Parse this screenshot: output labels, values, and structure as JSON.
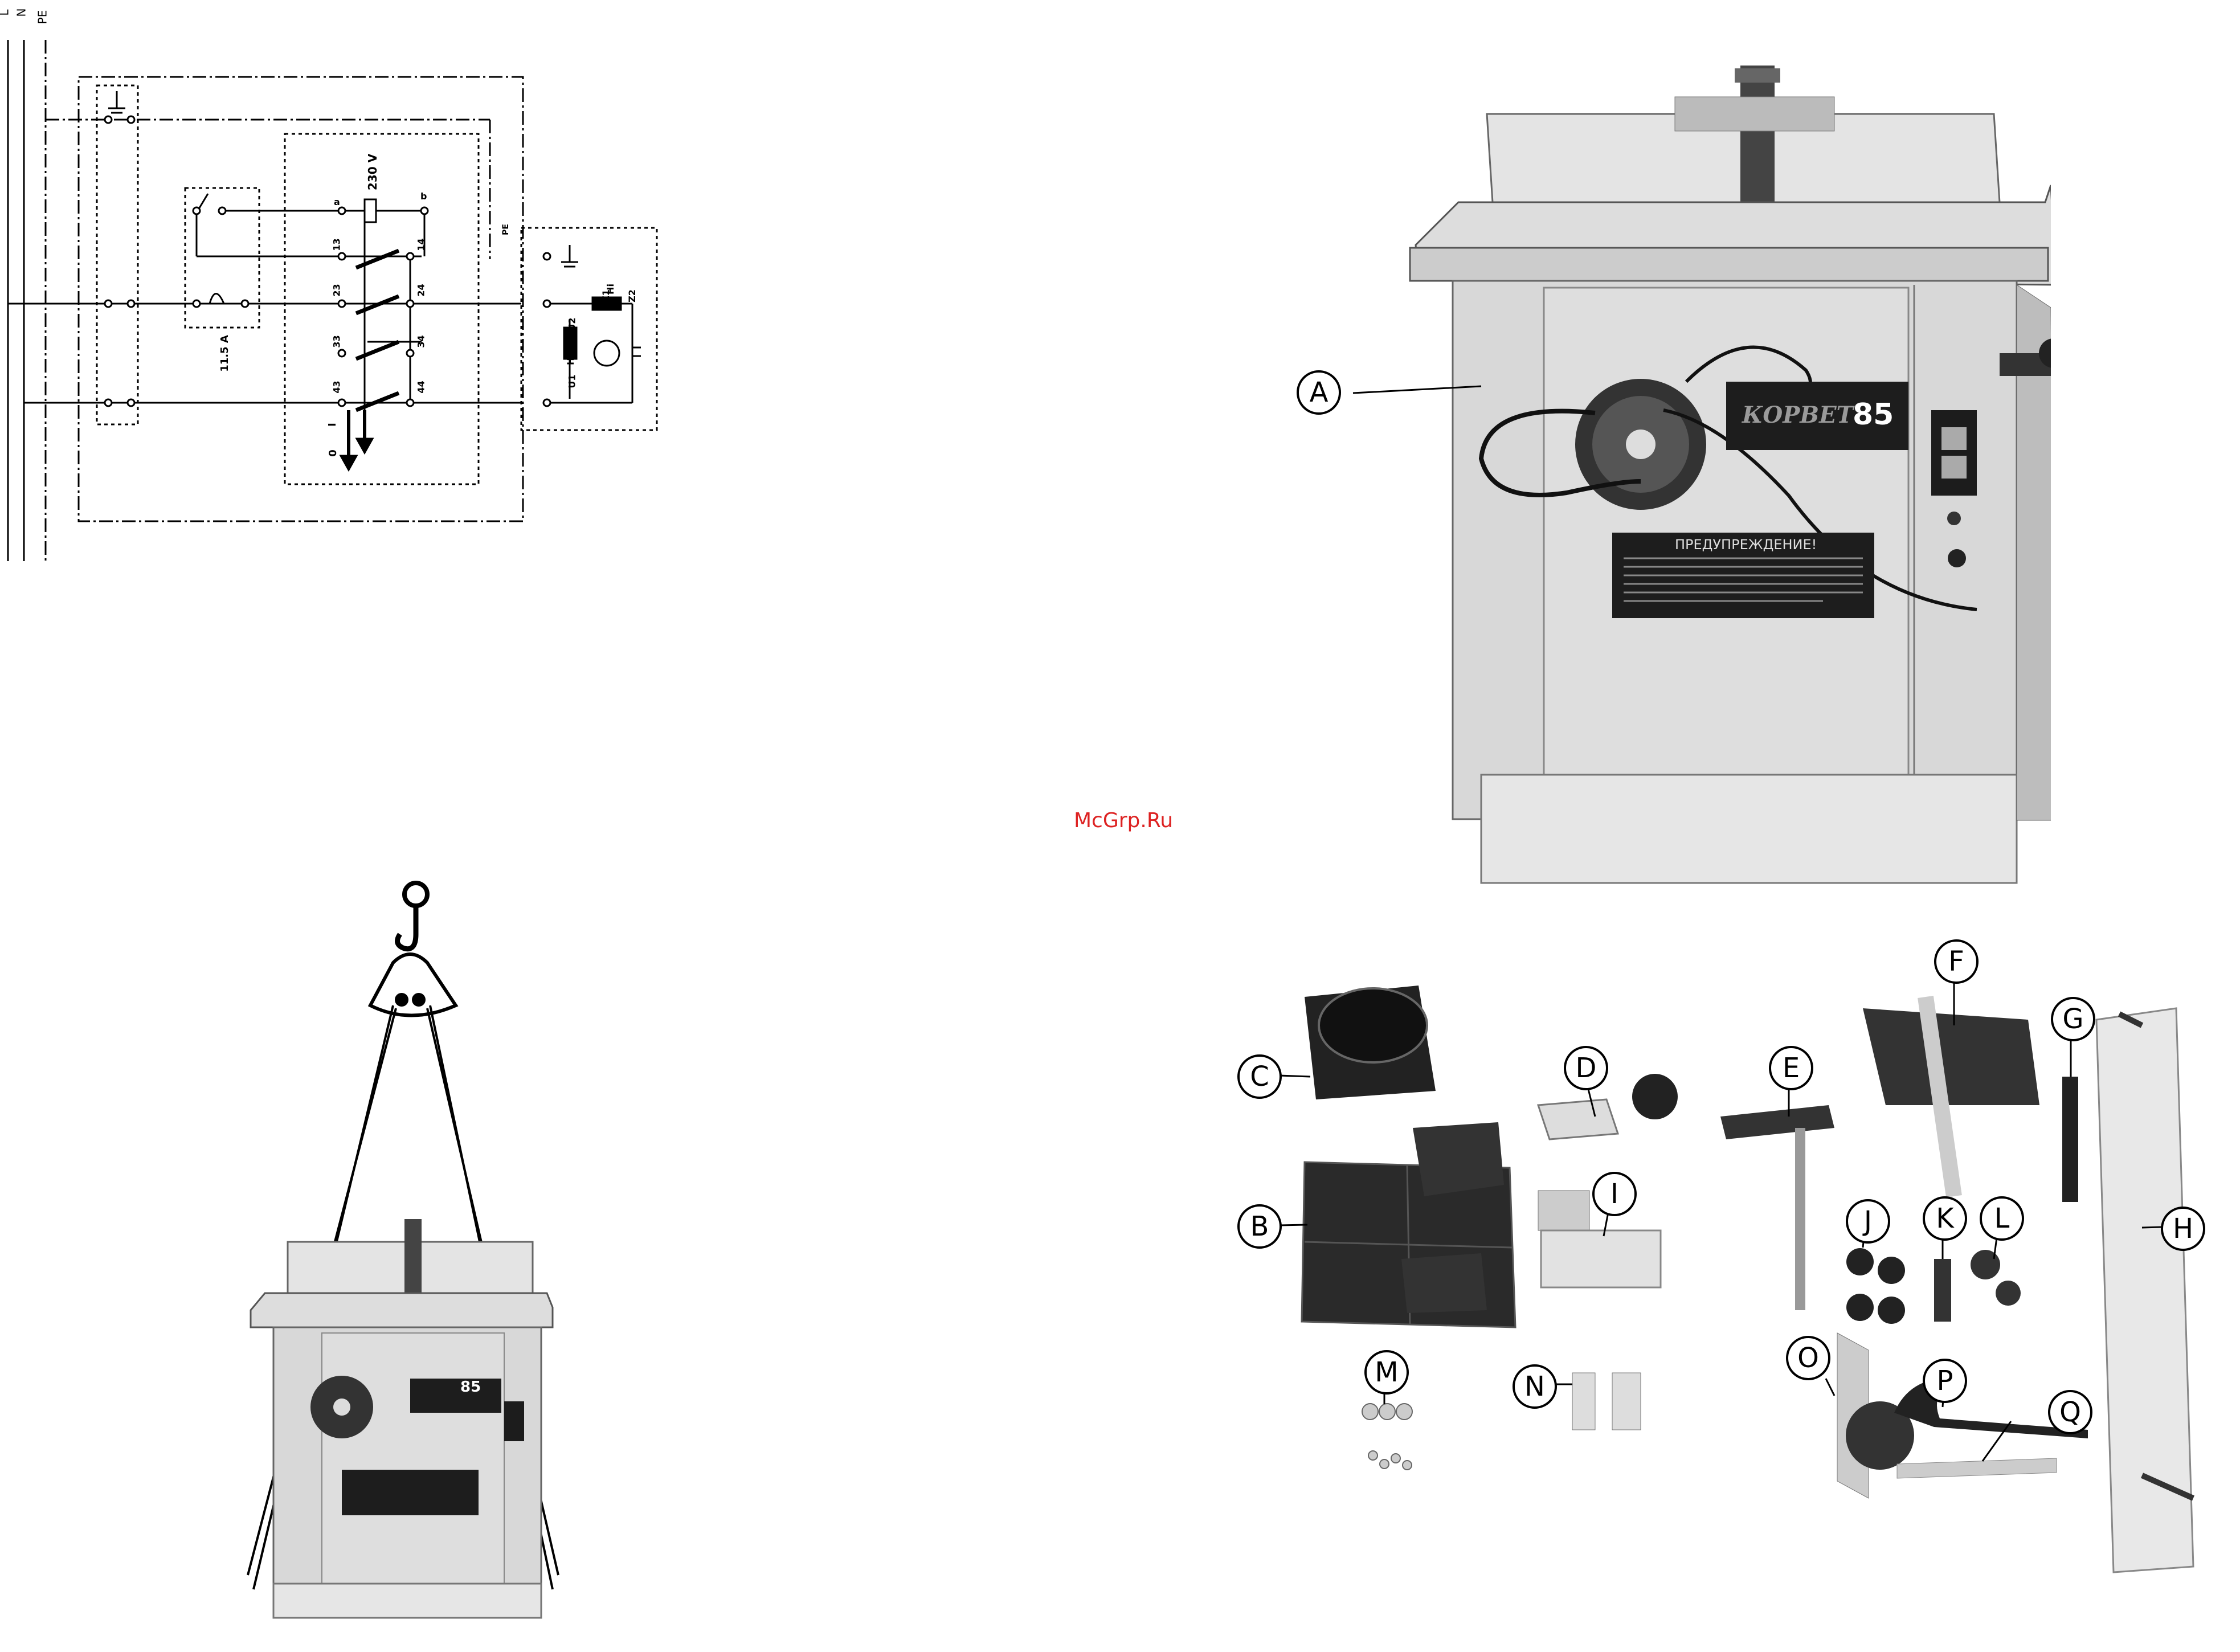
{
  "watermark": "McGrp.Ru",
  "schematic": {
    "bus_labels": [
      "L",
      "N",
      "PE"
    ],
    "voltage": "230 V",
    "switch_rating": "11.5 A",
    "terminals": [
      "a",
      "b",
      "13",
      "14",
      "23",
      "24",
      "33",
      "34",
      "43",
      "44"
    ],
    "motor_terminals": [
      "U1",
      "U2",
      "Z1",
      "Z2",
      "Hs",
      "Hi"
    ],
    "switch_positions": [
      "0",
      "I"
    ],
    "pe_label": "PE"
  },
  "machine": {
    "brand": "КОРВЕТ",
    "model": "85",
    "warning_title": "ПРЕДУПРЕЖДЕНИЕ!"
  },
  "callouts": [
    "A",
    "B",
    "C",
    "D",
    "E",
    "F",
    "G",
    "H",
    "I",
    "J",
    "K",
    "L",
    "M",
    "N",
    "O",
    "P",
    "Q"
  ]
}
